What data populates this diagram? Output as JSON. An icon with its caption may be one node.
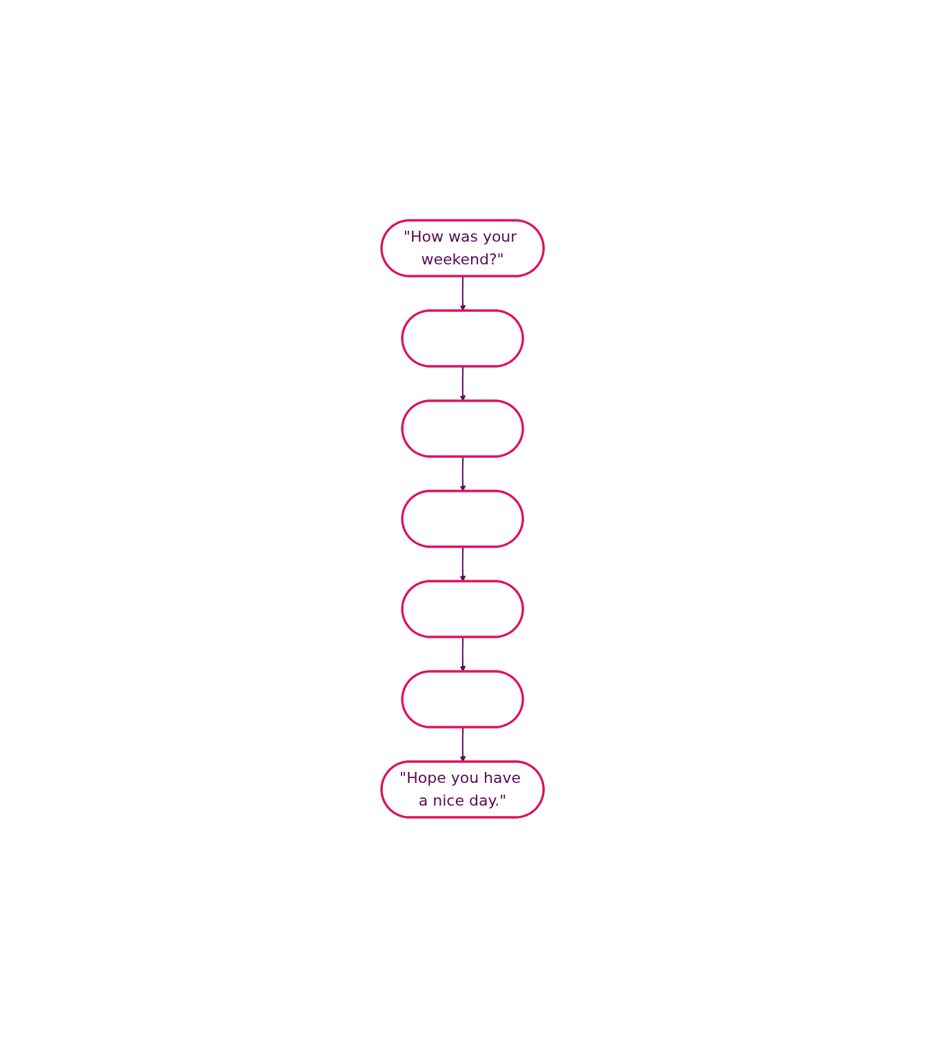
{
  "diagram": {
    "nodes": [
      {
        "text": [
          "\"How was your weekend?\""
        ]
      },
      {
        "text": [],
        "shape": "ellipse"
      },
      {
        "text": [],
        "shape": "ellipse"
      },
      {
        "text": [],
        "shape": "ellipse"
      },
      {
        "text": [],
        "shape": "ellipse"
      },
      {
        "text": [],
        "shape": "ellipse"
      },
      {
        "text": [
          "\"Hope you have a nice day.\""
        ]
      }
    ],
    "edges": [
      {
        "from": 0,
        "to": 1,
        "arrow": "to"
      },
      {
        "from": 1,
        "to": 2,
        "arrow": "to"
      },
      {
        "from": 2,
        "to": 3,
        "arrow": "to"
      },
      {
        "from": 3,
        "to": 4,
        "arrow": "to"
      },
      {
        "from": 4,
        "to": 5,
        "arrow": "to"
      },
      {
        "from": 5,
        "to": 6,
        "arrow": "to"
      }
    ]
  }
}
